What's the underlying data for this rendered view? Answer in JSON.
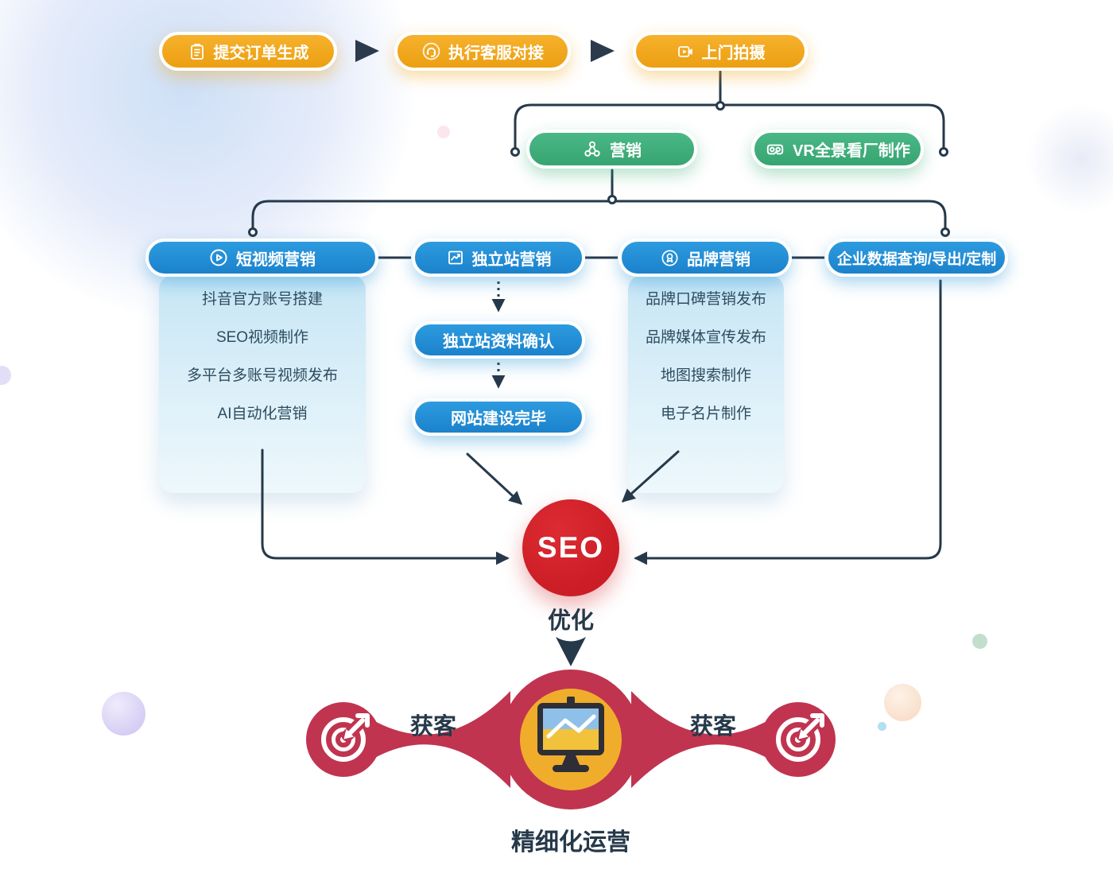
{
  "flow": {
    "top_steps": [
      {
        "label": "提交订单生成",
        "icon": "clipboard-icon"
      },
      {
        "label": "执行客服对接",
        "icon": "headset-icon"
      },
      {
        "label": "上门拍摄",
        "icon": "video-camera-icon"
      }
    ],
    "branches": [
      {
        "label": "营销",
        "icon": "network-icon"
      },
      {
        "label": "VR全景看厂制作",
        "icon": "vr-goggles-icon"
      }
    ],
    "columns": [
      {
        "header": "短视频营销",
        "icon": "play-circle-icon",
        "items": [
          "抖音官方账号搭建",
          "SEO视频制作",
          "多平台多账号视频发布",
          "AI自动化营销"
        ]
      },
      {
        "header": "独立站营销",
        "icon": "line-chart-icon",
        "steps": [
          "独立站资料确认",
          "网站建设完毕"
        ]
      },
      {
        "header": "品牌营销",
        "icon": "medal-icon",
        "items": [
          "品牌口碑营销发布",
          "品牌媒体宣传发布",
          "地图搜索制作",
          "电子名片制作"
        ]
      },
      {
        "header": "企业数据查询/导出/定制"
      }
    ],
    "seo": {
      "label": "SEO",
      "caption": "优化"
    },
    "bottom": {
      "left_label": "获客",
      "right_label": "获客",
      "caption": "精细化运营"
    }
  },
  "colors": {
    "orange": "#F0A51B",
    "green": "#3FAF7C",
    "blue": "#2190D6",
    "seo_red": "#D2212A",
    "bottom_red": "#C03450",
    "line_dark": "#26394A",
    "center_yellow": "#F0AD2B"
  }
}
